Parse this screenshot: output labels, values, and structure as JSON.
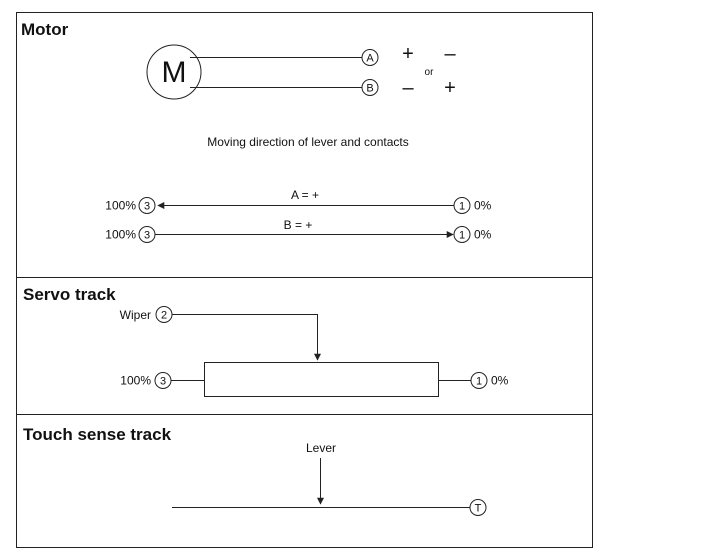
{
  "motor": {
    "title": "Motor",
    "symbol": "M",
    "terminal_a": "A",
    "terminal_b": "B",
    "plus": "+",
    "minus": "–",
    "or": "or",
    "caption": "Moving direction of lever and contacts",
    "arrow_a_label": "A = +",
    "arrow_b_label": "B = +",
    "pin_3": "3",
    "pin_1": "1",
    "pct_100": "100%",
    "pct_0": "0%"
  },
  "servo": {
    "title": "Servo track",
    "wiper": "Wiper",
    "pin_2": "2",
    "pin_3": "3",
    "pin_1": "1",
    "pct_100": "100%",
    "pct_0": "0%"
  },
  "touch": {
    "title": "Touch sense track",
    "lever": "Lever",
    "terminal_t": "T"
  }
}
